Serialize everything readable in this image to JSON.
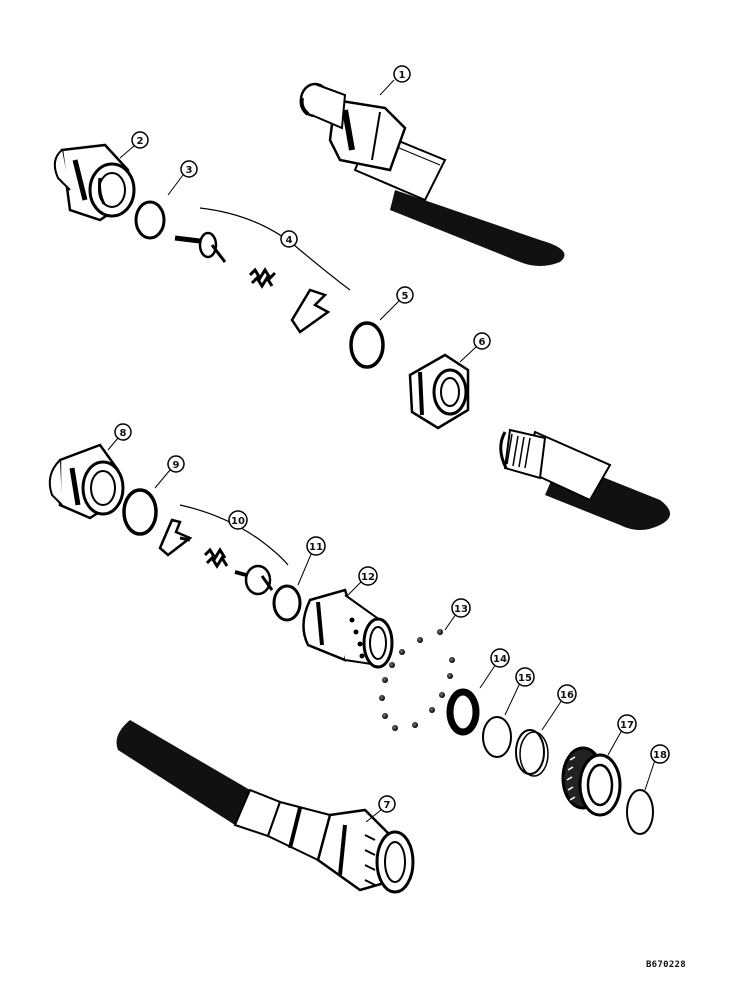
{
  "diagram": {
    "callouts": [
      "1",
      "2",
      "3",
      "4",
      "5",
      "6",
      "7",
      "8",
      "9",
      "10",
      "11",
      "12",
      "13",
      "14",
      "15",
      "16",
      "17",
      "18"
    ],
    "drawing_code": "B670228"
  }
}
